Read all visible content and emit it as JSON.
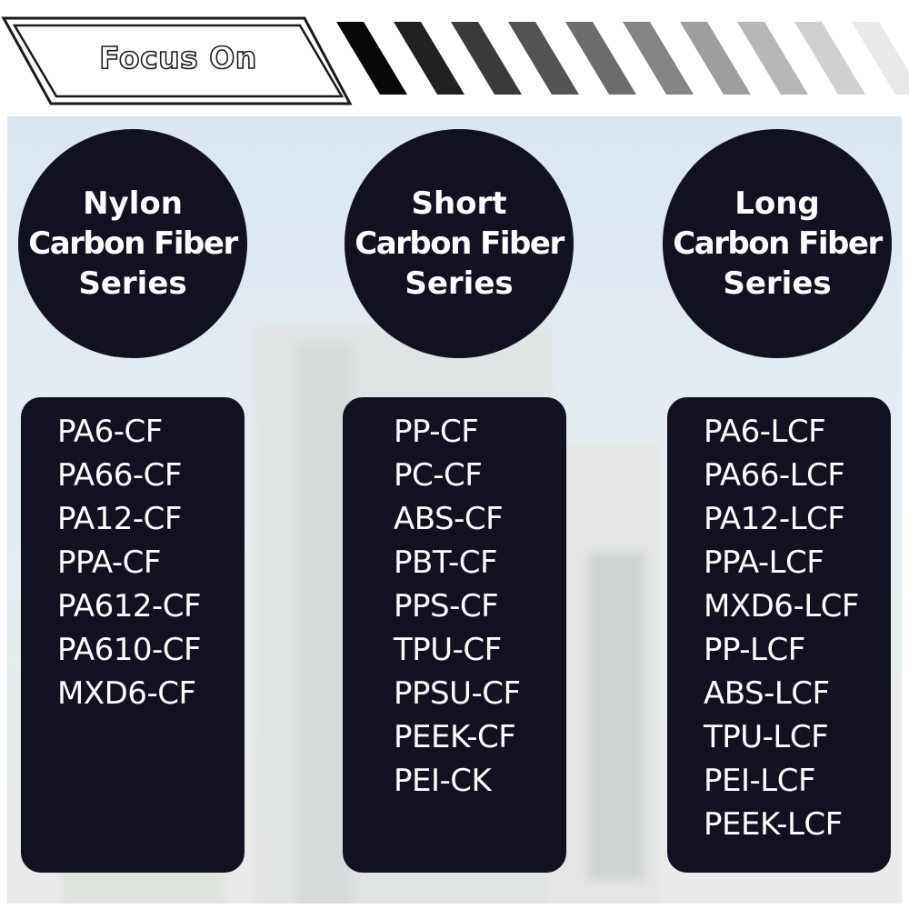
{
  "header": {
    "title": "Focus On"
  },
  "series": [
    {
      "title_lines": [
        "Nylon",
        "Carbon Fiber",
        "Series"
      ],
      "items": [
        "PA6-CF",
        "PA66-CF",
        "PA12-CF",
        "PPA-CF",
        "PA612-CF",
        "PA610-CF",
        "MXD6-CF"
      ]
    },
    {
      "title_lines": [
        "Short",
        "Carbon Fiber",
        "Series"
      ],
      "items": [
        "PP-CF",
        "PC-CF",
        "ABS-CF",
        "PBT-CF",
        "PPS-CF",
        "TPU-CF",
        "PPSU-CF",
        "PEEK-CF",
        "PEI-CK"
      ]
    },
    {
      "title_lines": [
        "Long",
        "Carbon Fiber",
        "Series"
      ],
      "items": [
        "PA6-LCF",
        "PA66-LCF",
        "PA12-LCF",
        "PPA-LCF",
        "MXD6-LCF",
        "PP-LCF",
        "ABS-LCF",
        "TPU-LCF",
        "PEI-LCF",
        "PEEK-LCF"
      ]
    }
  ],
  "colors": {
    "panel": "#12111f",
    "text": "#ffffff"
  }
}
